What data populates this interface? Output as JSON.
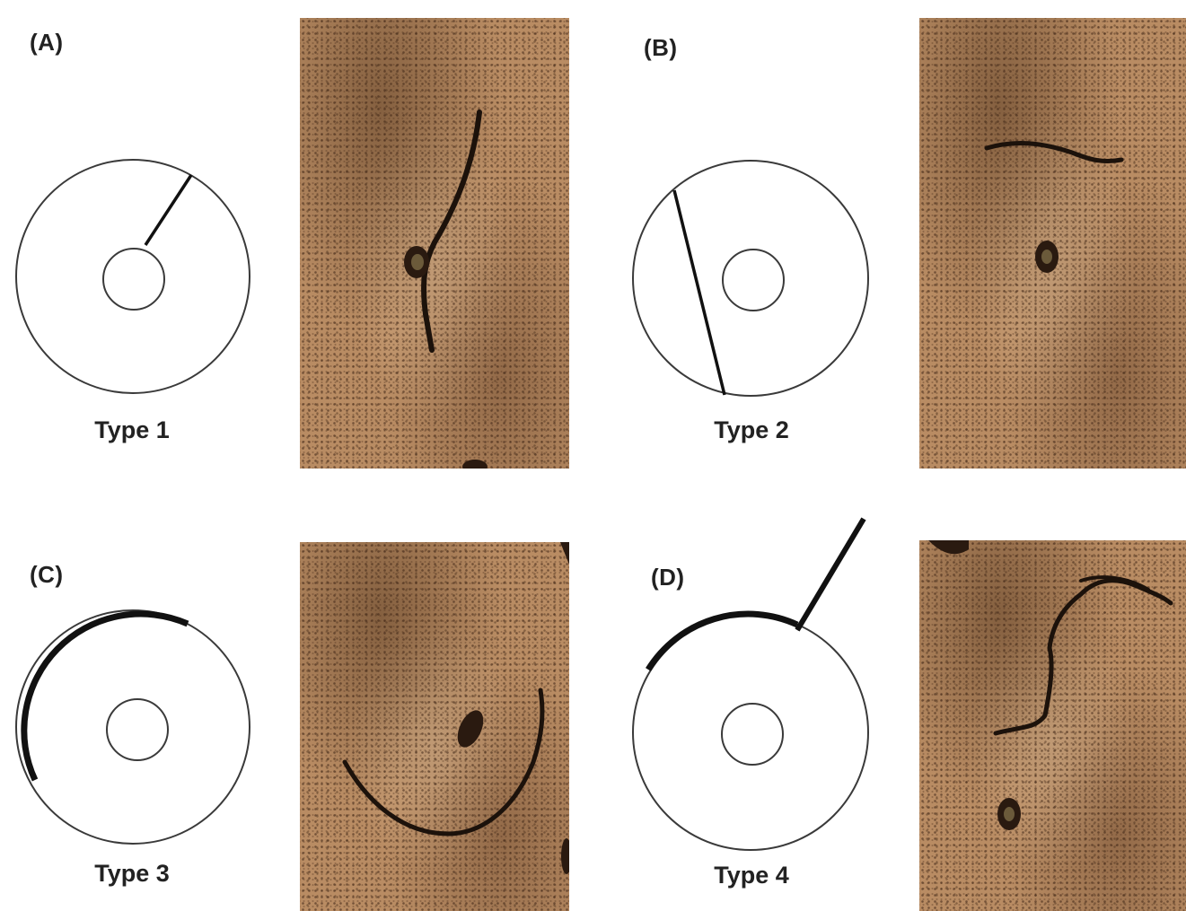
{
  "panels": [
    {
      "id": "A",
      "label": "(A)",
      "type_label": "Type 1"
    },
    {
      "id": "B",
      "label": "(B)",
      "type_label": "Type 2"
    },
    {
      "id": "C",
      "label": "(C)",
      "type_label": "Type 3"
    },
    {
      "id": "D",
      "label": "(D)",
      "type_label": "Type 4"
    }
  ],
  "colors": {
    "stroke": "#3a3a3a",
    "crack": "#111111",
    "micrograph_base": "#b98c63",
    "micrograph_dark": "#2a1a10"
  }
}
